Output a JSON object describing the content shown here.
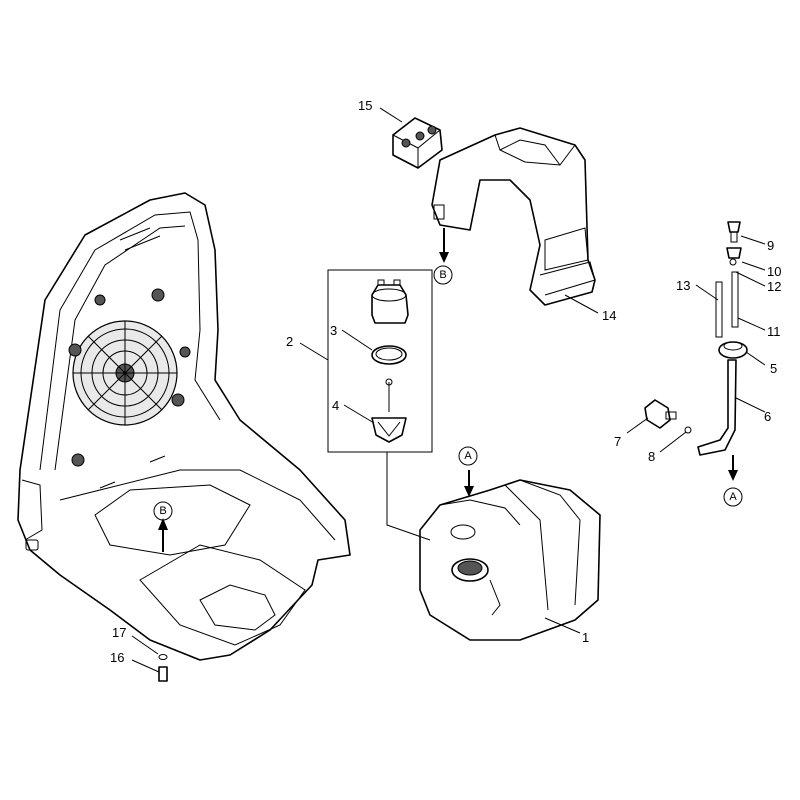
{
  "callouts": {
    "n1": "1",
    "n2": "2",
    "n3": "3",
    "n4": "4",
    "n5": "5",
    "n6": "6",
    "n7": "7",
    "n8": "8",
    "n9": "9",
    "n10": "10",
    "n11": "11",
    "n12": "12",
    "n13": "13",
    "n14": "14",
    "n15": "15",
    "n16": "16",
    "n17": "17"
  },
  "connectors": {
    "a_top": "A",
    "a_bottom": "A",
    "b_frame": "B",
    "b_cover": "B"
  }
}
